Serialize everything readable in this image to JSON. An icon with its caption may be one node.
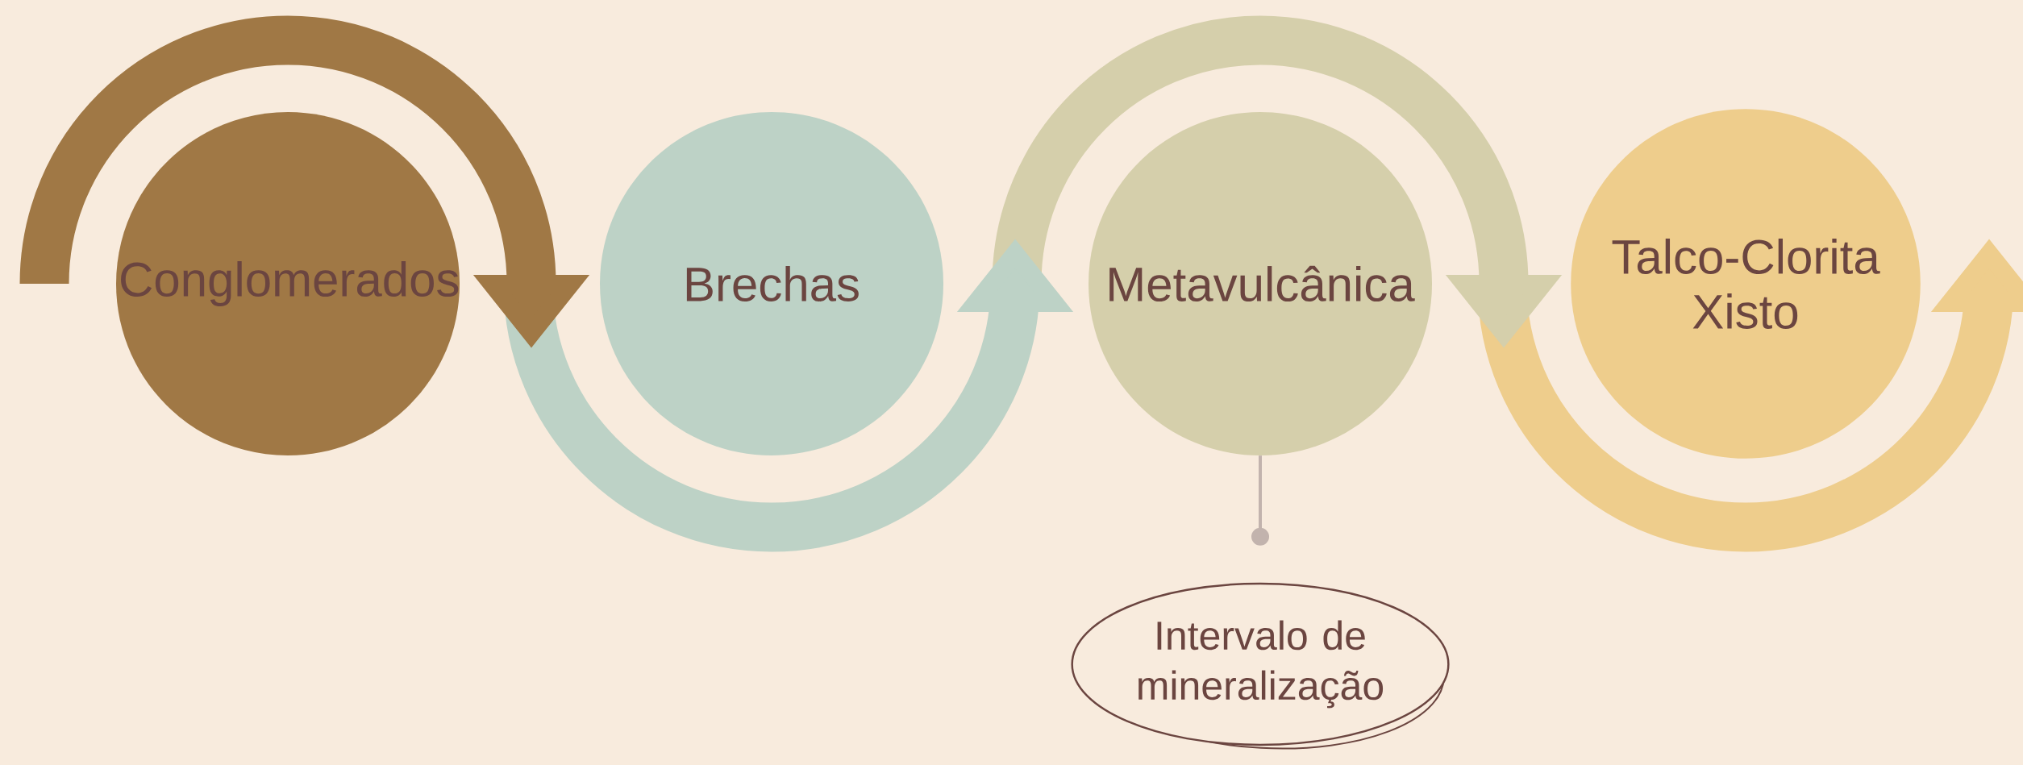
{
  "diagram": {
    "nodes": [
      {
        "text": [
          "Conglomerados"
        ]
      },
      {
        "text": [
          "Brechas"
        ]
      },
      {
        "text": [
          "Metavulcânica"
        ]
      },
      {
        "text": [
          "Talco-Clorita Xisto"
        ]
      },
      {
        "text": [
          "Intervalo de mineralização"
        ]
      }
    ],
    "edges": [
      {
        "from": 2,
        "to": 4,
        "arrow": "other"
      }
    ]
  }
}
